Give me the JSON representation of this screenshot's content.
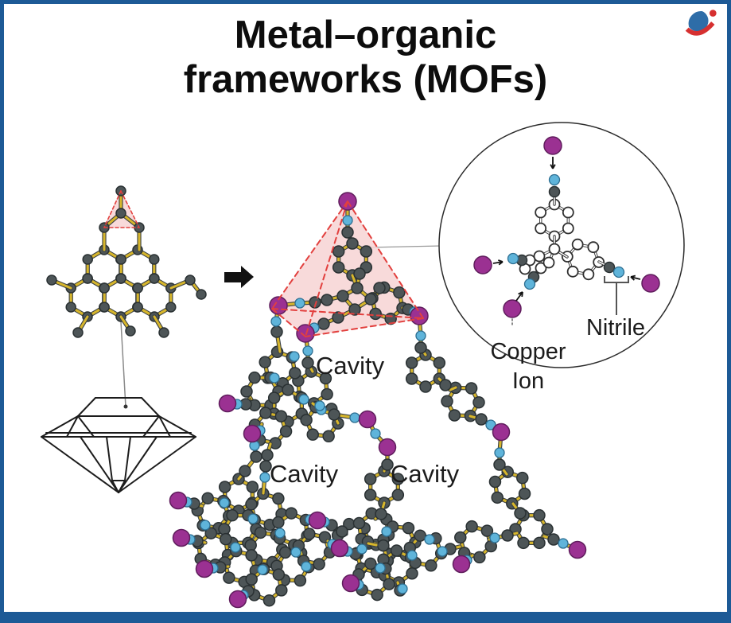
{
  "header": {
    "title_line1": "Metal–organic",
    "title_line2": "frameworks (MOFs)"
  },
  "diagram": {
    "cavity_labels": [
      "Cavity",
      "Cavity",
      "Cavity"
    ],
    "inset": {
      "nitrile_label": "Nitrile",
      "copper_label_line1": "Copper",
      "copper_label_line2": "Ion"
    }
  },
  "icons": {
    "brand_logo": "orbit-swoosh-logo",
    "transform_arrow": "right-arrow"
  },
  "colors": {
    "border_blue": "#1d5a96",
    "copper": "#9b3192",
    "nitrogen": "#5fb4da",
    "carbon": "#4d5557",
    "carbon_outline": "#2a3133",
    "bond_yellow": "#d7b62c",
    "bond_outline": "#3b4143",
    "tetra_fill": "#f7d4d4",
    "tetra_edge": "#e2403e",
    "inset_line": "#2f2f2f",
    "gem_line": "#1c1c1c",
    "title_text": "#0d0d0d",
    "label_text": "#1b1b1b",
    "logo_blue": "#2e6da8",
    "logo_red": "#d63030"
  }
}
